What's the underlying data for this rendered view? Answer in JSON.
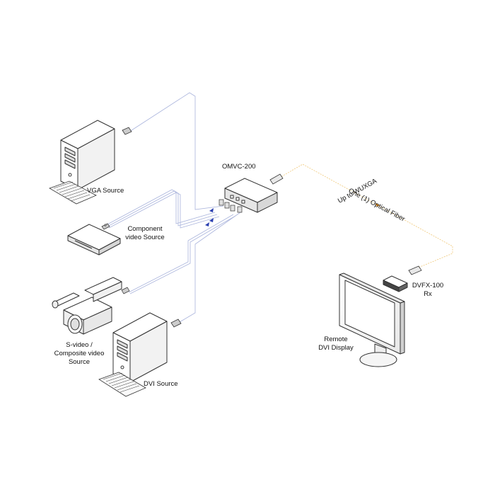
{
  "labels": {
    "vga_source": "VGA Source",
    "component_line1": "Component",
    "component_line2": "video Source",
    "svideo_line1": "S-video /",
    "svideo_line2": "Composite video",
    "svideo_line3": "Source",
    "dvi_source": "DVI Source",
    "omvc": "OMVC-200",
    "fiber": "One (1) Optical Fiber",
    "wuxga": "Up to WUXGA",
    "dvfx_line1": "DVFX-100",
    "dvfx_line2": "Rx",
    "remote_line1": "Remote",
    "remote_line2": "DVI Display"
  },
  "colors": {
    "cable": "#aab4dc",
    "fiber": "#f0c878",
    "arrow_blue": "#2a3fb0",
    "arrow_orange": "#e08a1a",
    "outline": "#333333"
  }
}
